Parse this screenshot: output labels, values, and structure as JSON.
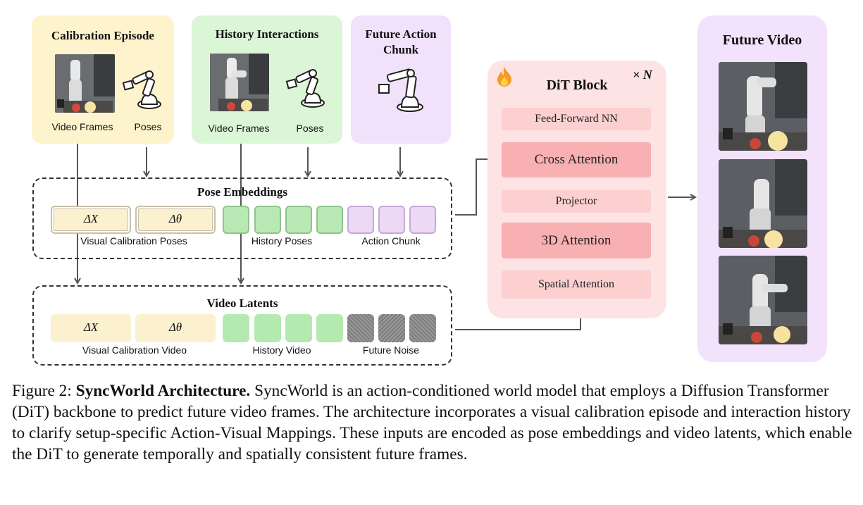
{
  "colors": {
    "calibration_panel": "#fdf3cc",
    "history_panel": "#dbf6d6",
    "future_action_panel": "#f1e1fb",
    "dit_panel": "#fde3e3",
    "future_video_panel": "#f2e2fb",
    "layer_light": "#fccfd0",
    "layer_strong": "#f9b0b3",
    "arrow": "#555555"
  },
  "inputs": {
    "calibration": {
      "title": "Calibration Episode",
      "frames_label": "Video Frames",
      "poses_label": "Poses"
    },
    "history": {
      "title": "History Interactions",
      "frames_label": "Video Frames",
      "poses_label": "Poses"
    },
    "future_action": {
      "title_line1": "Future Action",
      "title_line2": "Chunk"
    }
  },
  "pose_embeddings": {
    "title": "Pose Embeddings",
    "delta_x": "ΔX",
    "delta_theta": "Δθ",
    "group_labels": [
      "Visual Calibration Poses",
      "History Poses",
      "Action Chunk"
    ]
  },
  "video_latents": {
    "title": "Video Latents",
    "delta_x": "ΔX",
    "delta_theta": "Δθ",
    "group_labels": [
      "Visual Calibration Video",
      "History Video",
      "Future Noise"
    ]
  },
  "dit": {
    "title": "DiT Block",
    "repeat": "× N",
    "fire_icon": "fire-icon",
    "layers": [
      "Feed-Forward NN",
      "Cross Attention",
      "Projector",
      "3D Attention",
      "Spatial Attention"
    ]
  },
  "future_video": {
    "title": "Future Video"
  },
  "caption": {
    "figure_label": "Figure 2:",
    "bold_title": "SyncWorld Architecture.",
    "text": "SyncWorld is an action-conditioned world model that employs a Diffusion Transformer (DiT) backbone to predict future video frames. The architecture incorporates a visual calibration episode and interaction history to clarify setup-specific Action-Visual Mappings. These inputs are encoded as pose embeddings and video latents, which enable the DiT to generate temporally and spatially consistent future frames."
  }
}
